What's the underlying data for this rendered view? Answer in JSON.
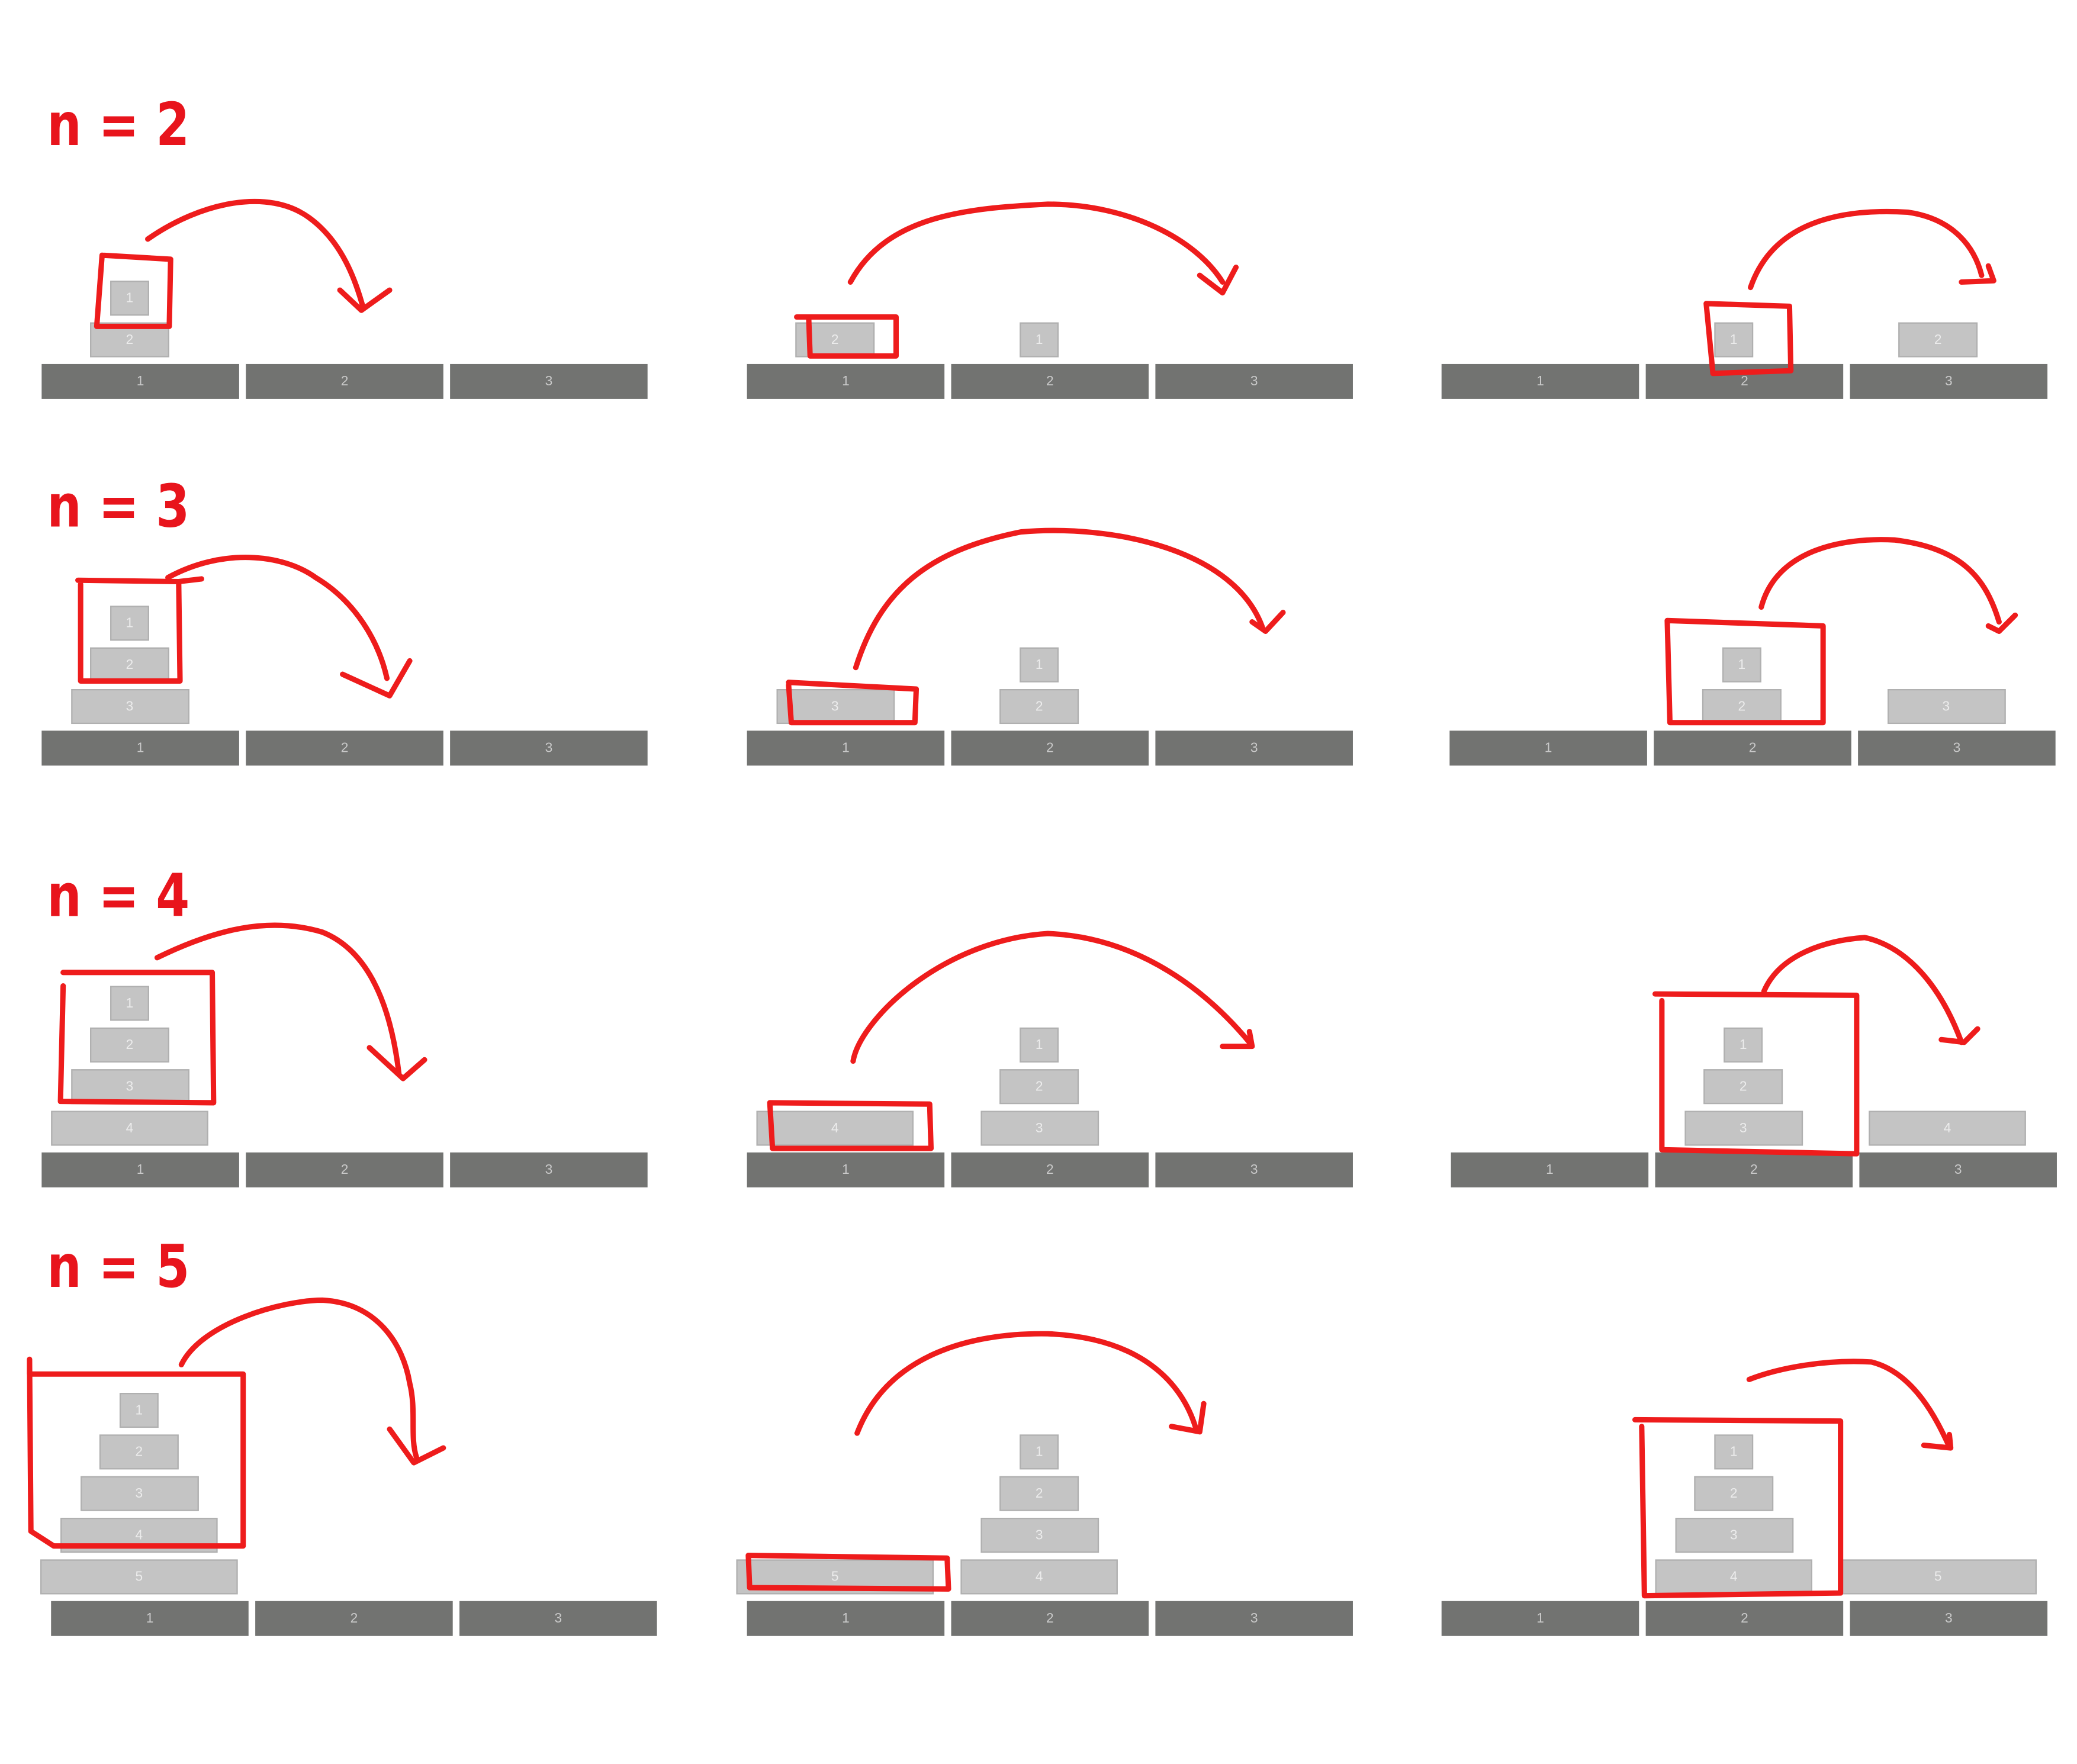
{
  "rows": [
    {
      "label": "n = 2",
      "panels": [
        {
          "pegs": [
            "1",
            "2",
            "3"
          ],
          "disks": [
            [
              "1",
              "2"
            ],
            [],
            []
          ]
        },
        {
          "pegs": [
            "1",
            "2",
            "3"
          ],
          "disks": [
            [
              "2"
            ],
            [
              "1"
            ],
            []
          ]
        },
        {
          "pegs": [
            "1",
            "2",
            "3"
          ],
          "disks": [
            [],
            [
              "1"
            ],
            [
              "2"
            ]
          ]
        }
      ]
    },
    {
      "label": "n = 3",
      "panels": [
        {
          "pegs": [
            "1",
            "2",
            "3"
          ],
          "disks": [
            [
              "1",
              "2",
              "3"
            ],
            [],
            []
          ]
        },
        {
          "pegs": [
            "1",
            "2",
            "3"
          ],
          "disks": [
            [
              "3"
            ],
            [
              "1",
              "2"
            ],
            []
          ]
        },
        {
          "pegs": [
            "1",
            "2",
            "3"
          ],
          "disks": [
            [],
            [
              "1",
              "2"
            ],
            [
              "3"
            ]
          ]
        }
      ]
    },
    {
      "label": "n = 4",
      "panels": [
        {
          "pegs": [
            "1",
            "2",
            "3"
          ],
          "disks": [
            [
              "1",
              "2",
              "3",
              "4"
            ],
            [],
            []
          ]
        },
        {
          "pegs": [
            "1",
            "2",
            "3"
          ],
          "disks": [
            [
              "4"
            ],
            [
              "1",
              "2",
              "3"
            ],
            []
          ]
        },
        {
          "pegs": [
            "1",
            "2",
            "3"
          ],
          "disks": [
            [],
            [
              "1",
              "2",
              "3"
            ],
            [
              "4"
            ]
          ]
        }
      ]
    },
    {
      "label": "n = 5",
      "panels": [
        {
          "pegs": [
            "1",
            "2",
            "3"
          ],
          "disks": [
            [
              "1",
              "2",
              "3",
              "4",
              "5"
            ],
            [],
            []
          ]
        },
        {
          "pegs": [
            "1",
            "2",
            "3"
          ],
          "disks": [
            [
              "5"
            ],
            [
              "1",
              "2",
              "3",
              "4"
            ],
            []
          ]
        },
        {
          "pegs": [
            "1",
            "2",
            "3"
          ],
          "disks": [
            [],
            [
              "1",
              "2",
              "3",
              "4"
            ],
            [
              "5"
            ]
          ]
        }
      ]
    }
  ],
  "colors": {
    "annotation": "#ee1c1c",
    "base": "#727371",
    "disk": "#c4c4c4"
  }
}
